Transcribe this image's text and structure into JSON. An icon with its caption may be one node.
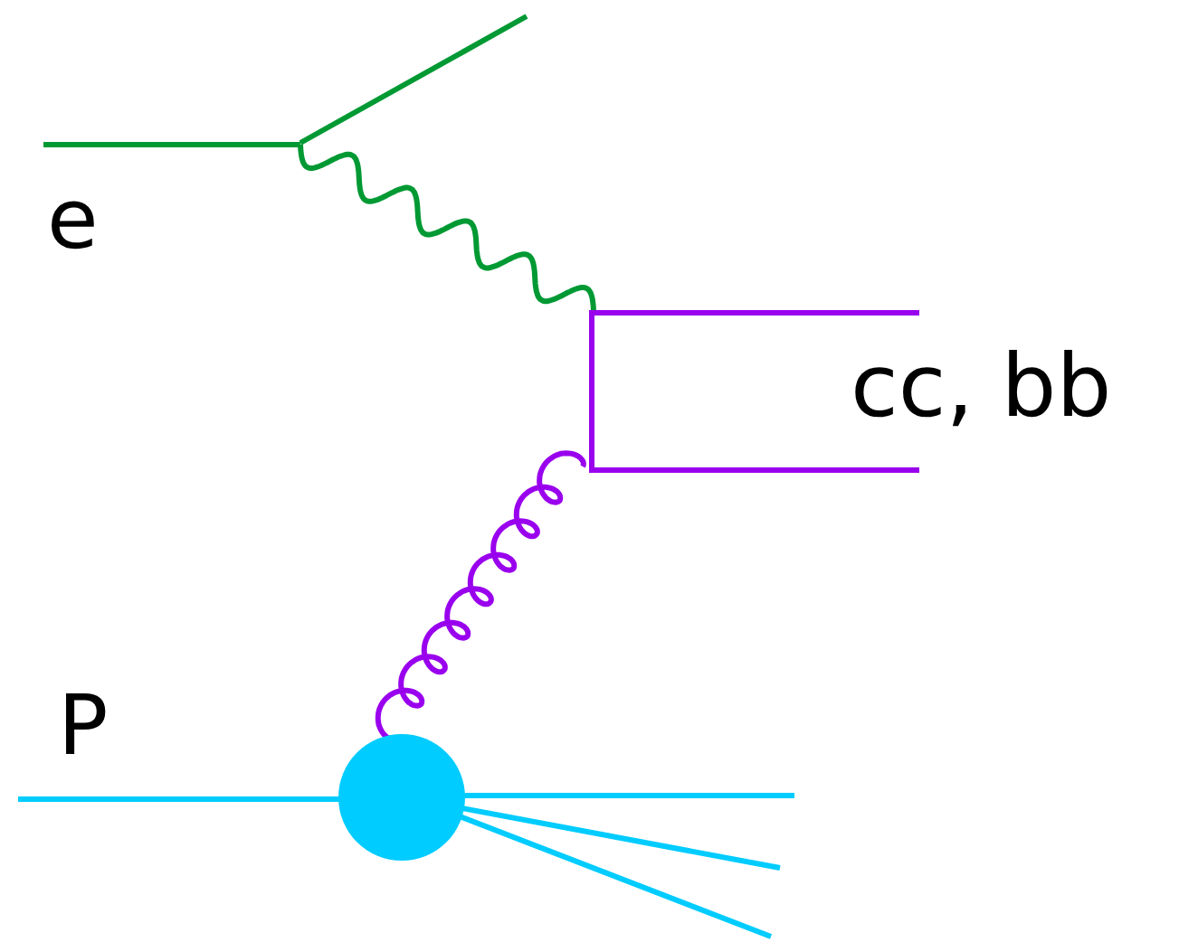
{
  "diagram": {
    "labels": [
      "e",
      "cc, bb",
      "P"
    ]
  }
}
